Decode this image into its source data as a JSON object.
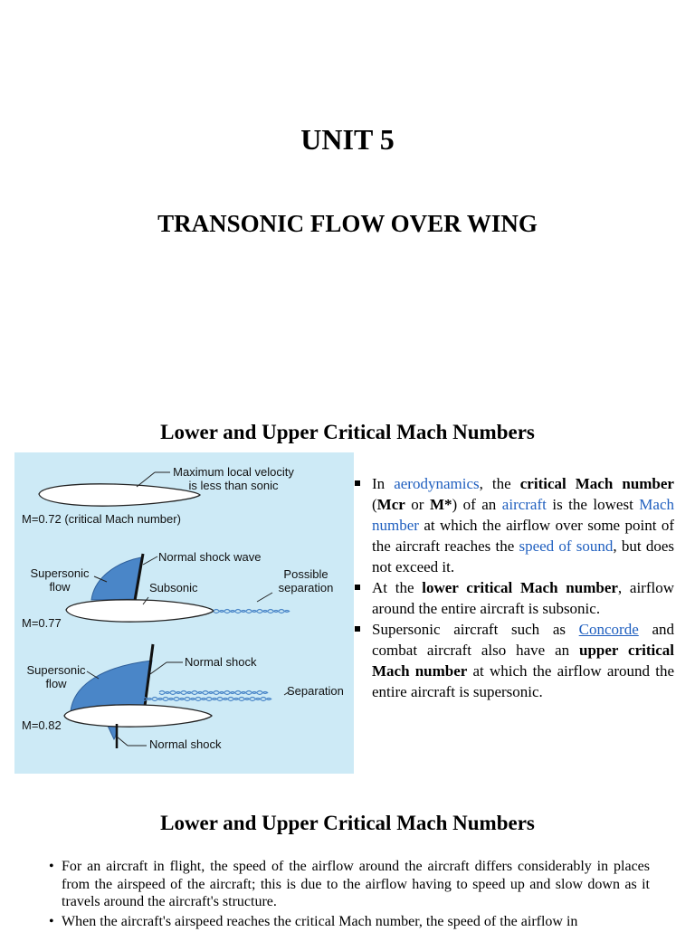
{
  "unit_title": "UNIT 5",
  "topic_title": "TRANSONIC FLOW OVER WING",
  "section1_heading": "Lower and Upper Critical Mach Numbers",
  "section2_heading": "Lower and Upper Critical Mach Numbers",
  "figure": {
    "label_max_local_velocity": "Maximum local velocity",
    "label_less_than_sonic": "is less than sonic",
    "label_m1": "M=0.72 (critical Mach number)",
    "label_normal_shock_wave": "Normal shock wave",
    "label_supersonic1": "Supersonic",
    "label_flow1": "flow",
    "label_subsonic": "Subsonic",
    "label_possible": "Possible",
    "label_separation1": "separation",
    "label_m2": "M=0.77",
    "label_normal_shock1": "Normal shock",
    "label_supersonic2": "Supersonic",
    "label_flow2": "flow",
    "label_separation2": "Separation",
    "label_m3": "M=0.82",
    "label_normal_shock2": "Normal shock",
    "colors": {
      "background": "#cdeaf6",
      "supersonic_region": "#4a86c8",
      "airfoil": "#ffffff"
    }
  },
  "bullets": [
    {
      "p1": "In ",
      "aerodynamics": "aerodynamics",
      "p2": ", the ",
      "critical_mach_number": "critical Mach number",
      "p3": " (",
      "mcr": "Mcr",
      "or": " or ",
      "mstar": "M*",
      "p4": ") of an ",
      "aircraft": "aircraft",
      "p5": " is the lowest ",
      "mach_number": "Mach number",
      "p6": " at which the airflow over some point of the aircraft reaches the ",
      "speed_of_sound": "speed of sound",
      "p7": ", but does not exceed it."
    },
    {
      "p1": "At the ",
      "lower_critical": "lower critical Mach number",
      "p2": ", airflow around the entire aircraft is subsonic."
    },
    {
      "p1": "Supersonic aircraft such as ",
      "concorde": "Concorde",
      "p2": " and combat aircraft also have an ",
      "upper_critical": "upper critical Mach number",
      "p3": " at which the airflow around the entire aircraft is supersonic."
    }
  ],
  "bullets2": [
    "For an aircraft in flight, the speed of the airflow around the aircraft differs considerably in places from the airspeed of the aircraft; this is due to the airflow having to speed up and slow down as it travels around the aircraft's structure.",
    "When the aircraft's airspeed reaches the critical Mach number, the speed of the airflow in"
  ],
  "colors": {
    "link": "#1f5fbf",
    "text": "#000000"
  }
}
